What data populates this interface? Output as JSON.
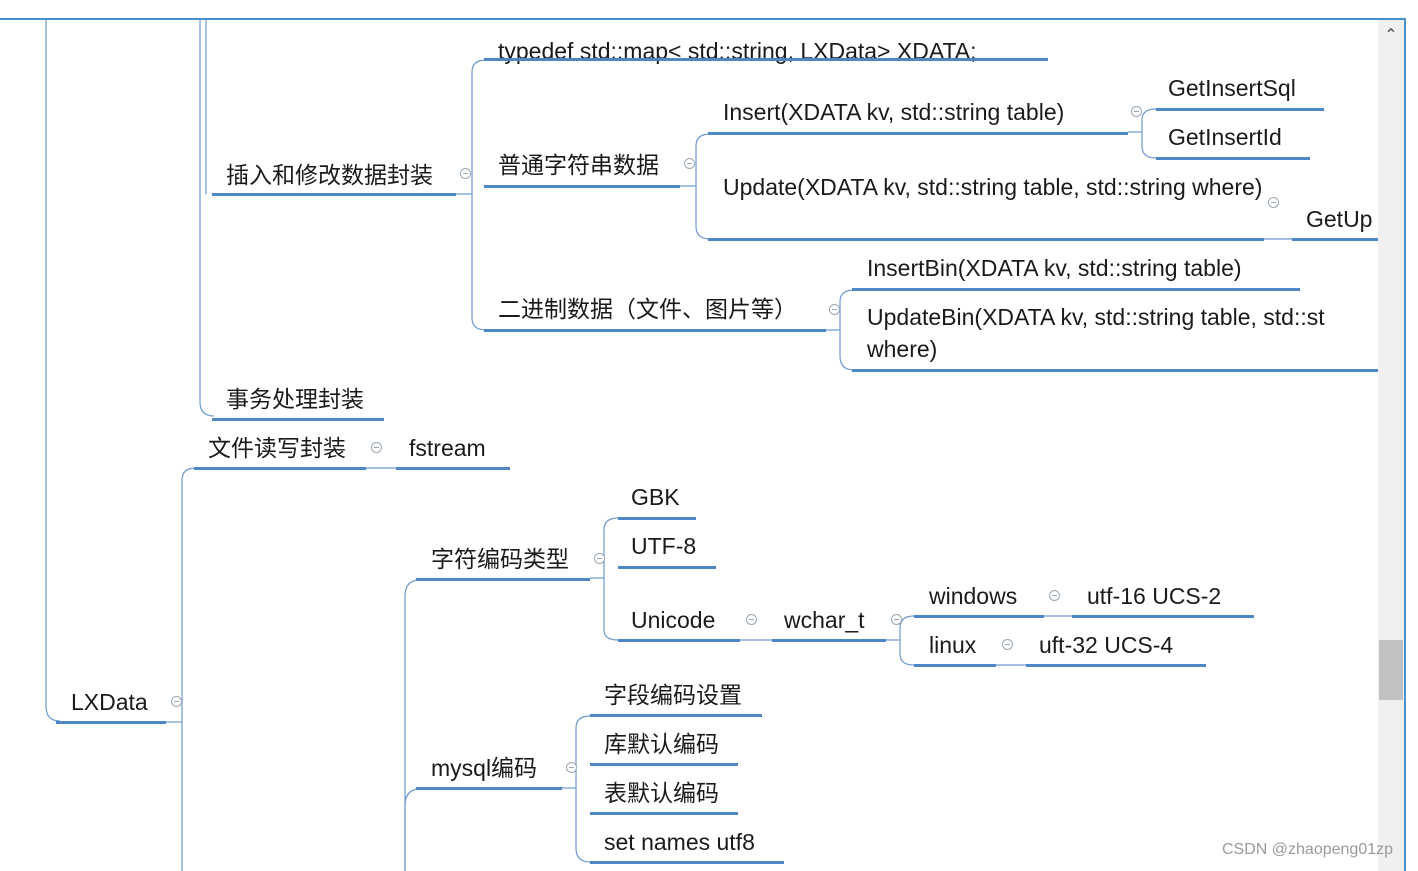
{
  "mindmap": {
    "root": "LXData",
    "nodes": {
      "insert_update": "插入和修改数据封装",
      "typedef": "typedef std::map< std::string, LXData> XDATA;",
      "normal_string": "普通字符串数据",
      "insert_fn": "Insert(XDATA  kv, std::string table)",
      "get_insert_sql": "GetInsertSql",
      "get_insert_id": "GetInsertId",
      "update_fn": "Update(XDATA kv, std::string table, std::string where)",
      "get_update": "GetUp",
      "binary": "二进制数据（文件、图片等）",
      "insert_bin": "InsertBin(XDATA kv, std::string table)",
      "update_bin": "UpdateBin(XDATA kv, std::string table, std::st where)",
      "transaction": "事务处理封装",
      "file_rw": "文件读写封装",
      "fstream": "fstream",
      "charset_type": "字符编码类型",
      "gbk": "GBK",
      "utf8": "UTF-8",
      "unicode": "Unicode",
      "wchar": "wchar_t",
      "windows": "windows",
      "utf16": "utf-16 UCS-2",
      "linux": "linux",
      "utf32": "uft-32 UCS-4",
      "mysql_encoding": "mysql编码",
      "field_enc": "字段编码设置",
      "db_enc": "库默认编码",
      "table_enc": "表默认编码",
      "set_names": "set names utf8"
    }
  },
  "scrollbar": {
    "up_arrow": "⌃"
  },
  "watermark": "CSDN @zhaopeng01zp",
  "colors": {
    "branch": "#4f86c6",
    "frame": "#4a90c8",
    "text": "#1a1a1a"
  }
}
